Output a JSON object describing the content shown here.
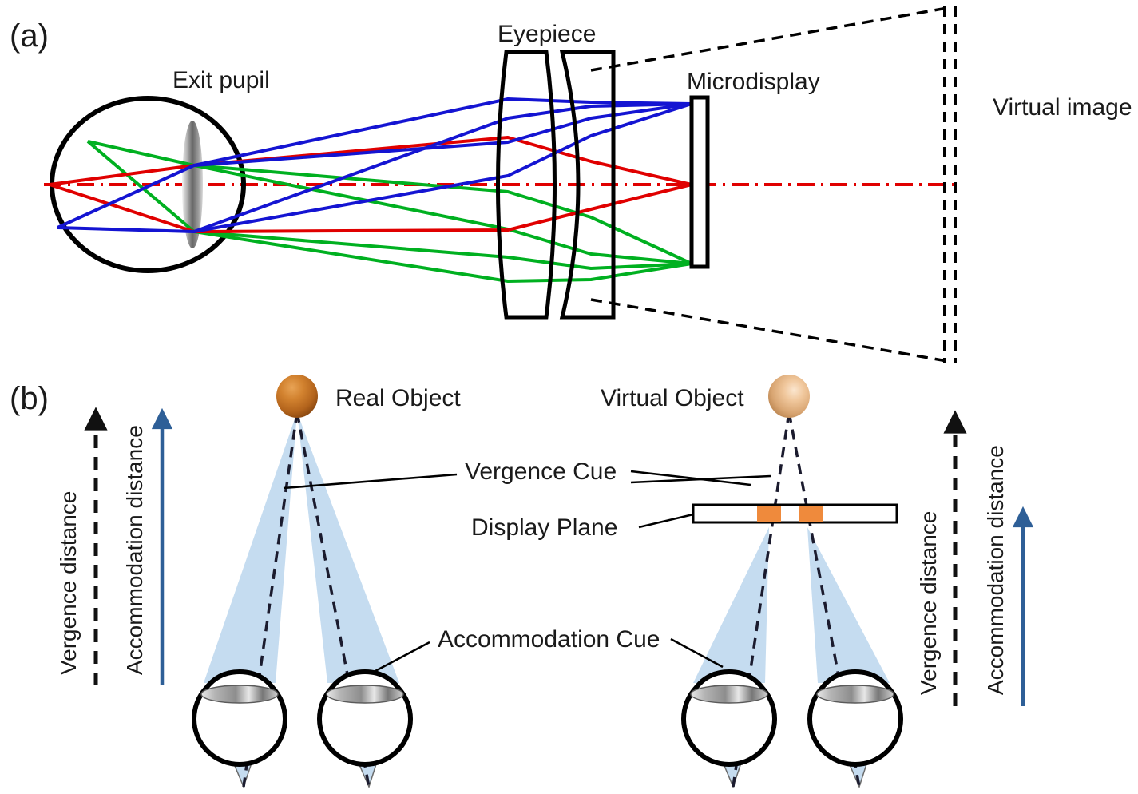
{
  "figure": {
    "panels": [
      {
        "id": "a",
        "label": "(a)",
        "description": "Head-mounted display optical layout: eye with exit pupil, eyepiece doublet, microdisplay, and virtual image plane",
        "labels": {
          "exit_pupil": "Exit pupil",
          "eyepiece": "Eyepiece",
          "microdisplay": "Microdisplay",
          "virtual_image": "Virtual image"
        },
        "ray_colors": {
          "blue": "#1414d2",
          "red": "#e00000",
          "green": "#00b020",
          "optical_axis": "#e00000",
          "outline": "#000000"
        }
      },
      {
        "id": "b",
        "label": "(b)",
        "description": "Vergence-accommodation conflict: real object (cues matched) versus virtual object on a display plane (cues mismatched)",
        "left_scene": {
          "object_label": "Real Object",
          "axis_labels": {
            "vergence": "Vergence distance",
            "accommodation": "Accommodation distance"
          },
          "vergence_arrow_style": "dashed-black",
          "accommodation_arrow_style": "solid-blue",
          "cues_match": true
        },
        "right_scene": {
          "object_label": "Virtual Object",
          "axis_labels": {
            "vergence": "Vergence distance",
            "accommodation": "Accommodation distance"
          },
          "vergence_arrow_style": "dashed-black",
          "accommodation_arrow_style": "solid-blue",
          "cues_match": false
        },
        "callouts": {
          "vergence_cue": "Vergence Cue",
          "display_plane": "Display Plane",
          "accommodation_cue": "Accommodation Cue"
        },
        "colors": {
          "light_cone": "#c5dcf0",
          "accommodation_arrow": "#2e5f97",
          "real_object": "#c06a20",
          "virtual_object": "#e8b88a",
          "display_pixel": "#ef8a3c",
          "lens_gray": "#7a7a7a"
        }
      }
    ]
  }
}
